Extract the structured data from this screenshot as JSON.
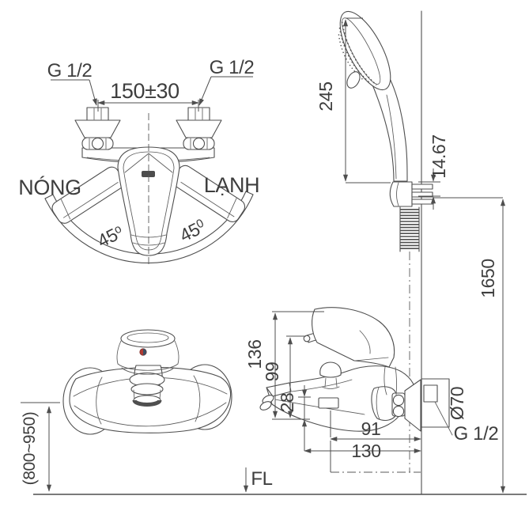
{
  "meta": {
    "drawing_type": "faucet installation technical drawing",
    "background": "#ffffff",
    "line_color": "#4f4f4f",
    "text_color": "#3e3e3e",
    "accent_red": "#b23b34",
    "accent_blue": "#3d4f63"
  },
  "front_view": {
    "thread_label_left": "G 1/2",
    "thread_label_right": "G 1/2",
    "center_distance": "150±30",
    "hot_label": "NÓNG",
    "cold_label": "LẠNH",
    "angle_left": "45",
    "angle_left_sup": "o",
    "angle_right": "45",
    "angle_right_sup": "0"
  },
  "shower_view": {
    "head_length": "245",
    "bracket_offset": "14.67",
    "install_height": "1650"
  },
  "side_view": {
    "overall_height": "136",
    "body_height": "99",
    "spout_drop": "28",
    "spout_reach": "91",
    "overall_reach": "130",
    "escutcheon_diameter": "Ø70",
    "wall_thread": "G 1/2"
  },
  "top_view": {
    "mount_height_range": "(800~950)"
  },
  "floor_label": "FL"
}
